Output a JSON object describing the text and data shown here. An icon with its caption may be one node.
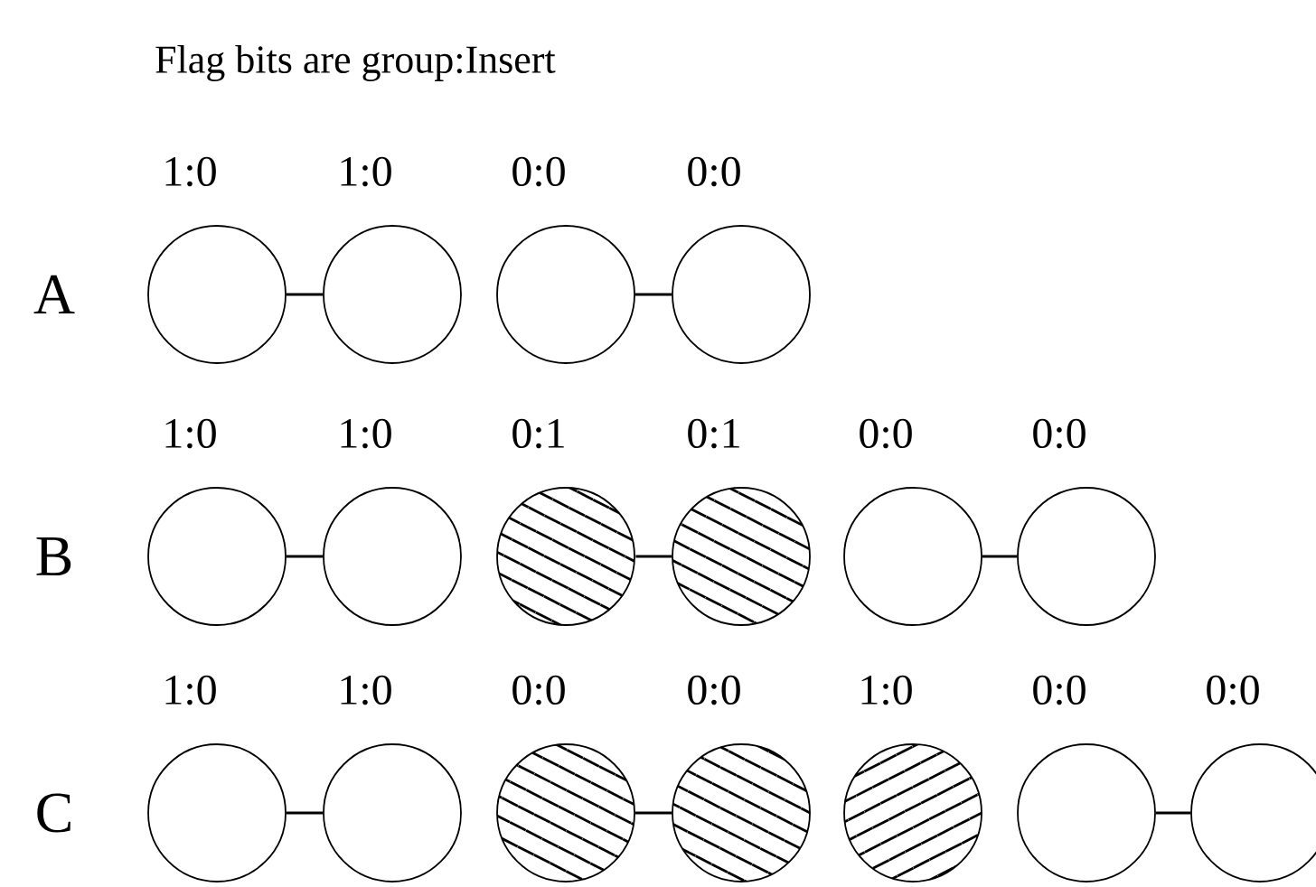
{
  "diagram": {
    "title": "Flag bits are group:Insert",
    "nodes": [
      {
        "text": [],
        "shape": "circle",
        "beside": [
          "1:0"
        ]
      },
      {
        "text": [],
        "shape": "circle",
        "beside": [
          "1:0"
        ]
      },
      {
        "text": [],
        "shape": "circle",
        "beside": [
          "0:0"
        ]
      },
      {
        "text": [],
        "shape": "circle",
        "beside": [
          "0:0"
        ]
      },
      {
        "text": [],
        "shape": "circle",
        "beside": [
          "1:0"
        ]
      },
      {
        "text": [],
        "shape": "circle",
        "beside": [
          "1:0"
        ]
      },
      {
        "text": [],
        "shape": "circle",
        "beside": [
          "0:1"
        ]
      },
      {
        "text": [],
        "shape": "circle",
        "beside": [
          "0:1"
        ]
      },
      {
        "text": [],
        "shape": "circle",
        "beside": [
          "0:0"
        ]
      },
      {
        "text": [],
        "shape": "circle",
        "beside": [
          "0:0"
        ]
      },
      {
        "text": [],
        "shape": "circle",
        "beside": [
          "1:0"
        ]
      },
      {
        "text": [],
        "shape": "circle",
        "beside": [
          "1:0"
        ]
      },
      {
        "text": [],
        "shape": "circle",
        "beside": [
          "0:0"
        ]
      },
      {
        "text": [],
        "shape": "circle",
        "beside": [
          "0:0"
        ]
      },
      {
        "text": [],
        "shape": "circle",
        "beside": [
          "1:0"
        ]
      },
      {
        "text": [],
        "shape": "circle",
        "beside": [
          "0:0"
        ]
      },
      {
        "text": [],
        "shape": "circle",
        "beside": [
          "0:0"
        ]
      }
    ],
    "edges": [
      {
        "from": 0,
        "to": 1,
        "arrow": "none"
      },
      {
        "from": 2,
        "to": 3,
        "arrow": "none"
      },
      {
        "from": 4,
        "to": 5,
        "arrow": "none"
      },
      {
        "from": 6,
        "to": 7,
        "arrow": "none"
      },
      {
        "from": 8,
        "to": 9,
        "arrow": "none"
      },
      {
        "from": 10,
        "to": 11,
        "arrow": "none"
      },
      {
        "from": 12,
        "to": 13,
        "arrow": "none"
      },
      {
        "from": 15,
        "to": 16,
        "arrow": "none"
      }
    ],
    "labels": [
      "A",
      "B",
      "C"
    ]
  }
}
